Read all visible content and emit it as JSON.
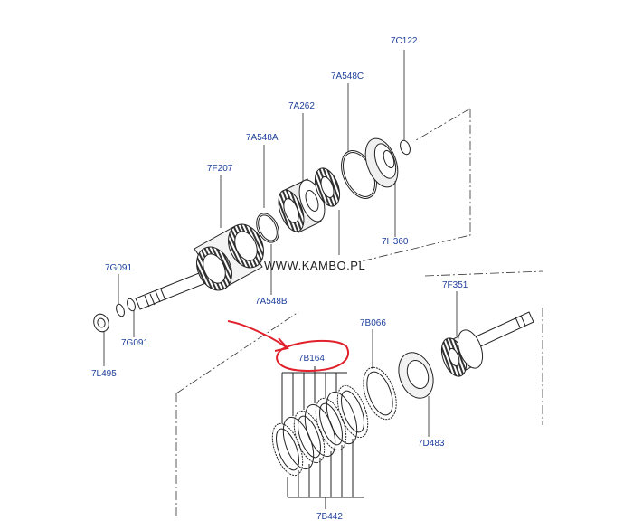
{
  "labels": {
    "7C122": "7C122",
    "7A548C": "7A548C",
    "7A262": "7A262",
    "7A548A": "7A548A",
    "7F207": "7F207",
    "7H360": "7H360",
    "7G091_top": "7G091",
    "7G091_bottom": "7G091",
    "7A548B": "7A548B",
    "7L495": "7L495",
    "7B066": "7B066",
    "7F351": "7F351",
    "7B164": "7B164",
    "7D483": "7D483",
    "7B442": "7B442"
  },
  "watermark": "WWW.KAMBO.PL",
  "colors": {
    "label": "#1f3f9c",
    "line": "#222222",
    "annotation": "#e0202a"
  }
}
